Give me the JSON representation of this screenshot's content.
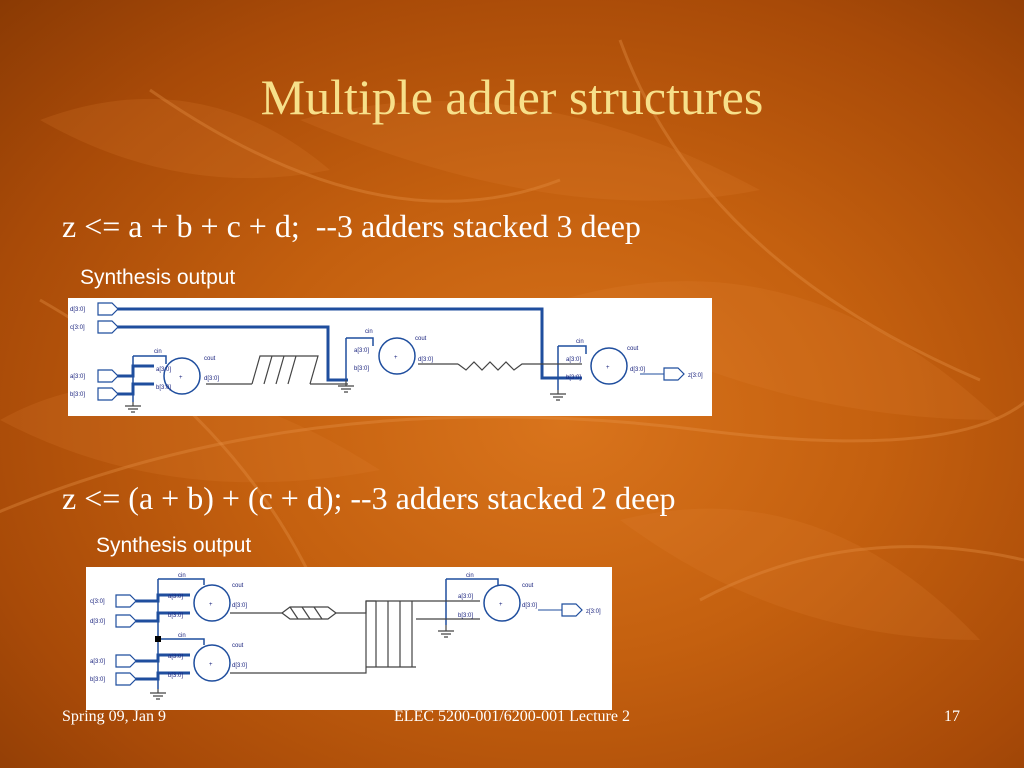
{
  "slide": {
    "title": "Multiple adder structures",
    "bullet1": "z <= a + b + c + d;  --3 adders stacked 3 deep",
    "caption1": "Synthesis output",
    "bullet2": "z <= (a + b) + (c + d); --3 adders stacked 2 deep",
    "caption2": "Synthesis output"
  },
  "schematic_labels": {
    "d_in": "d[3:0]",
    "c_in": "c[3:0]",
    "a_in": "a[3:0]",
    "b_in": "b[3:0]",
    "z_out": "z[3:0]",
    "cin": "cin",
    "cout": "cout",
    "port_a": "a[3:0]",
    "port_b": "b[3:0]",
    "port_d": "d[3:0]",
    "plus": "+"
  },
  "footer": {
    "left": "Spring 09, Jan 9",
    "center": "ELEC 5200-001/6200-001 Lecture 2",
    "page": "17"
  },
  "colors": {
    "title": "#f7e08a",
    "wire": "#1f4e9e",
    "adder_fill": "#ffffff",
    "background": "#c4600f"
  }
}
